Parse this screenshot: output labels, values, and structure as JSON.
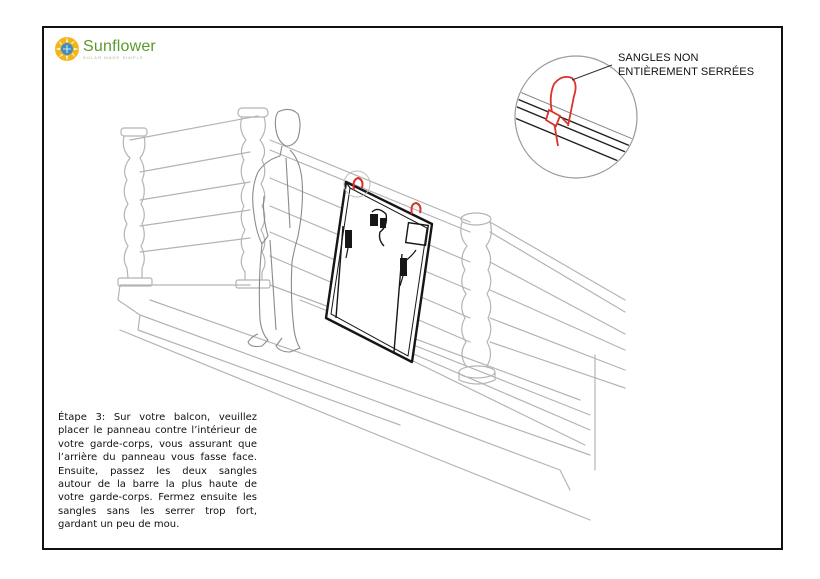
{
  "logo": {
    "brand_name": "Sunflower",
    "tagline": "SOLAR MADE SIMPLE",
    "sun_icon": "sunflower-logo-icon"
  },
  "callout": {
    "line1": "SANGLES NON",
    "line2": "ENTIÈREMENT SERRÉES"
  },
  "step_text": "Étape 3: Sur votre balcon, veuillez placer le panneau contre l’intérieur de votre garde-corps, vous assurant que l’arrière du panneau vous fasse face. Ensuite, passez les deux sangles autour de la barre la plus haute de votre garde-corps. Fermez ensuite les sangles sans les serrer trop fort, gardant un peu de mou.",
  "colors": {
    "strap_red": "#d9332b",
    "line_gray": "#b4b4b4",
    "panel_black": "#161616",
    "brand_green": "#5a9a2c",
    "frame_black": "#111111"
  }
}
